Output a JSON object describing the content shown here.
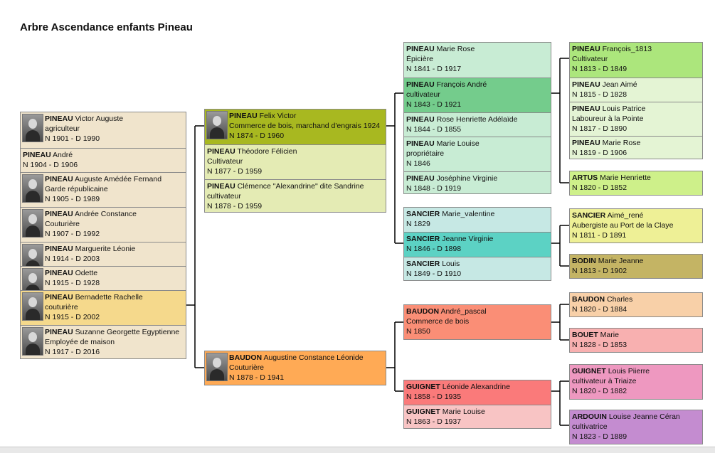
{
  "title": "Arbre Ascendance enfants Pineau",
  "colors": {
    "line": "#000000",
    "border": "#8a8a8a",
    "photo": "#555555"
  },
  "groups": [
    {
      "id": "children",
      "color": "#f0e4cc",
      "people": [
        {
          "surname": "PINEAU",
          "given": "Victor Auguste",
          "lines": [
            "agriculteur",
            "N 1901 - D 1990"
          ],
          "photo": true
        },
        {
          "surname": "PINEAU",
          "given": "André",
          "lines": [
            "N 1904 - D 1906"
          ]
        },
        {
          "surname": "PINEAU",
          "given": "Auguste Amédée Fernand",
          "lines": [
            "Garde républicaine",
            "N 1905 - D 1989"
          ],
          "photo": true
        },
        {
          "surname": "PINEAU",
          "given": "Andrée Constance",
          "lines": [
            "Couturière",
            "N 1907 - D 1992"
          ],
          "photo": true
        },
        {
          "surname": "PINEAU",
          "given": "Marguerite Léonie",
          "lines": [
            "N 1914 - D 2003"
          ],
          "photo": true
        },
        {
          "surname": "PINEAU",
          "given": "Odette",
          "lines": [
            "N 1915 - D 1928"
          ],
          "photo": true
        },
        {
          "surname": "PINEAU",
          "given": "Bernadette Rachelle",
          "lines": [
            "couturière",
            "N 1915 - D 2002"
          ],
          "photo": true,
          "color": "#f5d98c"
        },
        {
          "surname": "PINEAU",
          "given": "Suzanne Georgette Egyptienne",
          "lines": [
            "Employée de maison",
            "N 1917 - D 2016"
          ],
          "photo": true
        }
      ]
    },
    {
      "id": "father",
      "color": "#e4ebb4",
      "people": [
        {
          "surname": "PINEAU",
          "given": "Felix Victor",
          "lines": [
            "Commerce de bois, marchand d'engrais 1924",
            "N 1874 - D 1960"
          ],
          "photo": true,
          "color": "#a8b820"
        },
        {
          "surname": "PINEAU",
          "given": "Théodore Félicien",
          "lines": [
            "Cultivateur",
            "N 1877 - D 1959"
          ]
        },
        {
          "surname": "PINEAU",
          "given": "Clémence \"Alexandrine\" dite Sandrine",
          "lines": [
            "cultivateur",
            "N 1878 - D 1959"
          ]
        }
      ]
    },
    {
      "id": "mother",
      "color": "#ffaa55",
      "people": [
        {
          "surname": "BAUDON",
          "given": "Augustine Constance Léonide",
          "lines": [
            "Couturière",
            "N 1878 - D 1941"
          ],
          "photo": true
        }
      ]
    },
    {
      "id": "pineau-gp",
      "color": "#c8ecd4",
      "people": [
        {
          "surname": "PINEAU",
          "given": "Marie Rose",
          "lines": [
            "Épicière",
            "N 1841 - D 1917"
          ]
        },
        {
          "surname": "PINEAU",
          "given": "François André",
          "lines": [
            "cultivateur",
            "N 1843 - D 1921"
          ],
          "color": "#74cc8c"
        },
        {
          "surname": "PINEAU",
          "given": "Rose Henriette Adélaïde",
          "lines": [
            "N 1844 - D 1855"
          ]
        },
        {
          "surname": "PINEAU",
          "given": "Marie Louise",
          "lines": [
            "propriétaire",
            "N 1846"
          ]
        },
        {
          "surname": "PINEAU",
          "given": "Joséphine Virginie",
          "lines": [
            "N 1848 - D 1919"
          ]
        }
      ]
    },
    {
      "id": "sancier-gp",
      "color": "#c6e8e4",
      "people": [
        {
          "surname": "SANCIER",
          "given": "Marie_valentine",
          "lines": [
            "N 1829"
          ]
        },
        {
          "surname": "SANCIER",
          "given": "Jeanne Virginie",
          "lines": [
            "N 1846 - D 1898"
          ],
          "color": "#5cd2c4"
        },
        {
          "surname": "SANCIER",
          "given": "Louis",
          "lines": [
            "N 1849 - D 1910"
          ]
        }
      ]
    },
    {
      "id": "baudon-gp",
      "color": "#fa8e76",
      "people": [
        {
          "surname": "BAUDON",
          "given": "André_pascal",
          "lines": [
            "Commerce de bois",
            "N 1850"
          ]
        }
      ]
    },
    {
      "id": "guignet-gp",
      "color": "#f8c4c4",
      "people": [
        {
          "surname": "GUIGNET",
          "given": "Léonide Alexandrine",
          "lines": [
            "N 1858 - D 1935"
          ],
          "color": "#fa7a7a"
        },
        {
          "surname": "GUIGNET",
          "given": "Marie Louise",
          "lines": [
            "N 1863 - D 1937"
          ]
        }
      ]
    },
    {
      "id": "pineau-ggp",
      "color": "#e4f4d4",
      "people": [
        {
          "surname": "PINEAU",
          "given": "François_1813",
          "lines": [
            "Cultivateur",
            "N 1813 - D 1849"
          ],
          "color": "#ace67c"
        },
        {
          "surname": "PINEAU",
          "given": "Jean Aimé",
          "lines": [
            "N 1815 - D 1828"
          ]
        },
        {
          "surname": "PINEAU",
          "given": "Louis Patrice",
          "lines": [
            "Laboureur à la Pointe",
            "N 1817 - D 1890"
          ]
        },
        {
          "surname": "PINEAU",
          "given": "Marie Rose",
          "lines": [
            "N 1819 - D 1906"
          ]
        }
      ]
    },
    {
      "id": "artus-ggp",
      "color": "#cef08a",
      "people": [
        {
          "surname": "ARTUS",
          "given": "Marie Henriette",
          "lines": [
            "N 1820 - D 1852"
          ]
        }
      ]
    },
    {
      "id": "sancier-ggp",
      "color": "#eef096",
      "people": [
        {
          "surname": "SANCIER",
          "given": "Aimé_rené",
          "lines": [
            "Aubergiste au Port de la Claye",
            "N 1811 - D 1891"
          ]
        }
      ]
    },
    {
      "id": "bodin-ggp",
      "color": "#c4b464",
      "people": [
        {
          "surname": "BODIN",
          "given": "Marie Jeanne",
          "lines": [
            "N 1813 - D 1902"
          ]
        }
      ]
    },
    {
      "id": "baudon-ggp",
      "color": "#f8d0a8",
      "people": [
        {
          "surname": "BAUDON",
          "given": "Charles",
          "lines": [
            "N 1820 - D 1884"
          ]
        }
      ]
    },
    {
      "id": "bouet-ggp",
      "color": "#f8b0b0",
      "people": [
        {
          "surname": "BOUET",
          "given": "Marie",
          "lines": [
            "N 1828 - D 1853"
          ]
        }
      ]
    },
    {
      "id": "guignet-ggp",
      "color": "#ee98c0",
      "people": [
        {
          "surname": "GUIGNET",
          "given": "Louis Piierre",
          "lines": [
            "cultivateur à Triaize",
            "N 1820 - D 1882"
          ]
        }
      ]
    },
    {
      "id": "ardouin-ggp",
      "color": "#c48cd0",
      "people": [
        {
          "surname": "ARDOUIN",
          "given": "Louise Jeanne Céran",
          "lines": [
            "cultivatrice",
            "N 1823 - D 1889"
          ]
        }
      ]
    }
  ]
}
